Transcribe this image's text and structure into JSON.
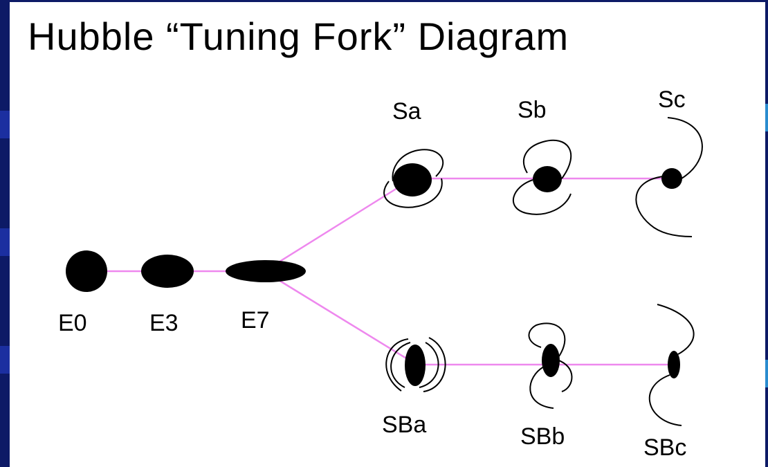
{
  "title": "Hubble “Tuning Fork” Diagram",
  "colors": {
    "background": "#0d1a66",
    "panel": "#ffffff",
    "connector": "#ee88ee",
    "ink": "#000000"
  },
  "elliptical": [
    {
      "label": "E0"
    },
    {
      "label": "E3"
    },
    {
      "label": "E7"
    }
  ],
  "spiral": [
    {
      "label": "Sa"
    },
    {
      "label": "Sb"
    },
    {
      "label": "Sc"
    }
  ],
  "barred_spiral": [
    {
      "label": "SBa"
    },
    {
      "label": "SBb"
    },
    {
      "label": "SBc"
    }
  ]
}
